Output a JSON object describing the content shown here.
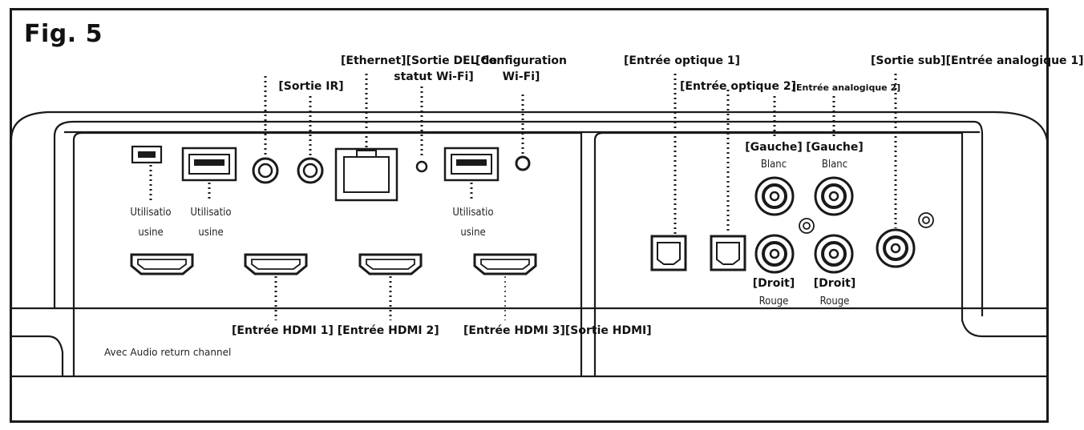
{
  "figure": {
    "title": "Fig. 5"
  },
  "labels": {
    "ethernet": "[Ethernet][Sortie DEL de",
    "statut_wifi": "statut Wi-Fi]",
    "sortie_ir": "[Sortie IR]",
    "config_wifi_1": "[Configuration",
    "config_wifi_2": "Wi-Fi]",
    "optique_1": "[Entrée optique 1]",
    "optique_2": "[Entrée optique 2]",
    "analogique_2": "[Entrée analogique 2]",
    "sortie_sub": "[Sortie sub][Entrée analogique 1]",
    "gauche": "[Gauche]",
    "blanc": "Blanc",
    "droit": "[Droit]",
    "rouge": "Rouge",
    "utilisation": "Utilisatio",
    "usine": "usine",
    "hdmi_1_2": "[Entrée HDMI 1] [Entrée HDMI 2]",
    "hdmi_3_out": "[Entrée HDMI 3][Sortie HDMI]",
    "arc_note": "Avec Audio return channel"
  },
  "colors": {
    "line": "#1a1a1a",
    "background": "#ffffff"
  }
}
